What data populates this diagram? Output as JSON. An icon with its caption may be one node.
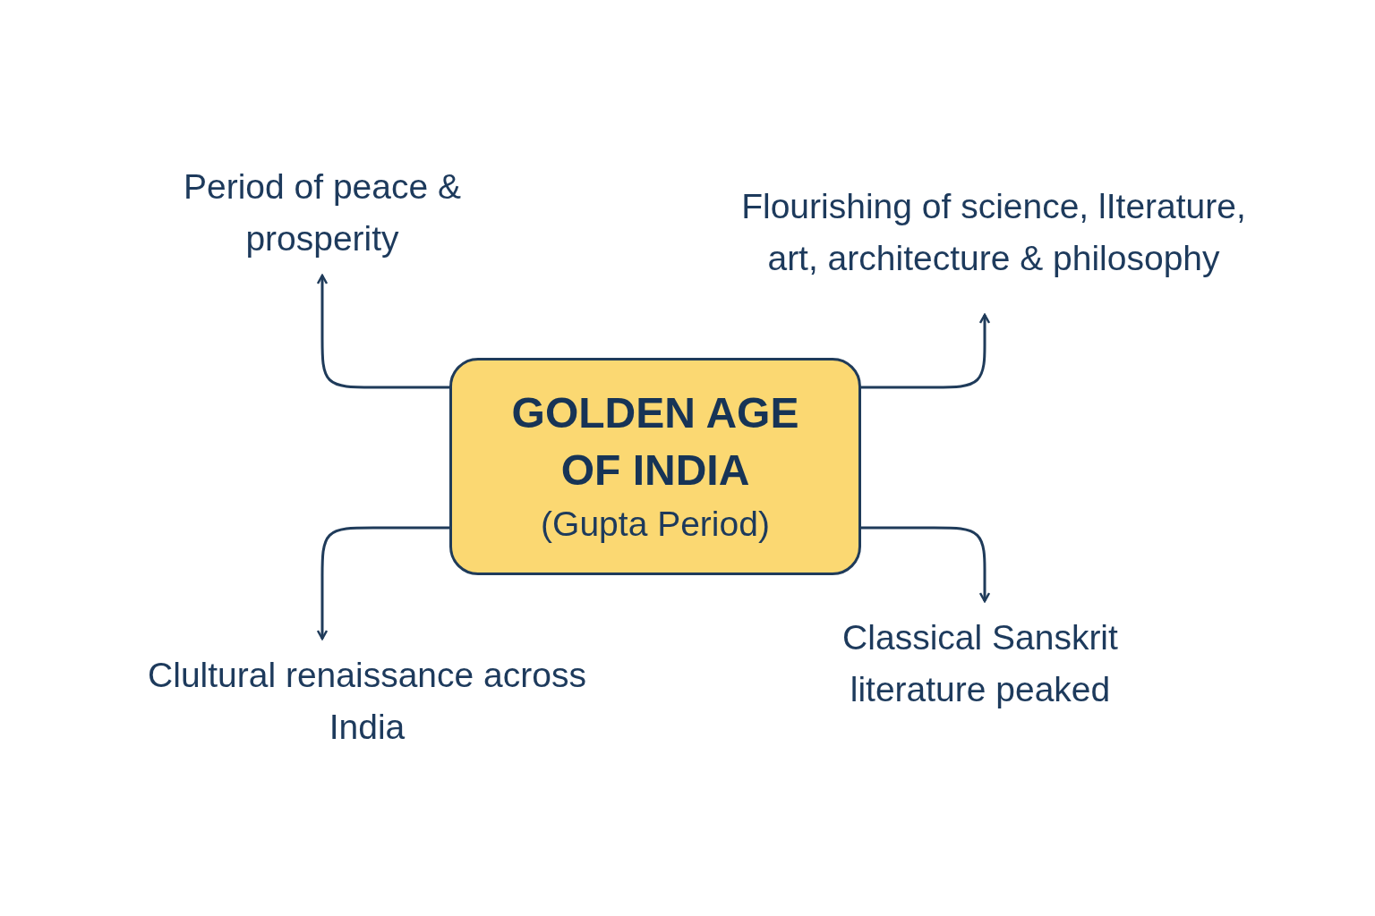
{
  "diagram": {
    "nodes": [
      {
        "text": [
          "GOLDEN AGE OF INDIA",
          "(Gupta Period)"
        ]
      },
      {
        "text": [
          "Period of peace & prosperity"
        ]
      },
      {
        "text": [
          "Flourishing of science, lIterature, art, architecture & philosophy"
        ]
      },
      {
        "text": [
          "Clultural renaissance across India"
        ]
      },
      {
        "text": [
          "Classical Sanskrit literature peaked"
        ]
      }
    ],
    "edges": [
      {
        "from": 0,
        "to": 1,
        "arrow": "to"
      },
      {
        "from": 0,
        "to": 2,
        "arrow": "to"
      },
      {
        "from": 0,
        "to": 3,
        "arrow": "to"
      },
      {
        "from": 0,
        "to": 4,
        "arrow": "to"
      }
    ]
  }
}
